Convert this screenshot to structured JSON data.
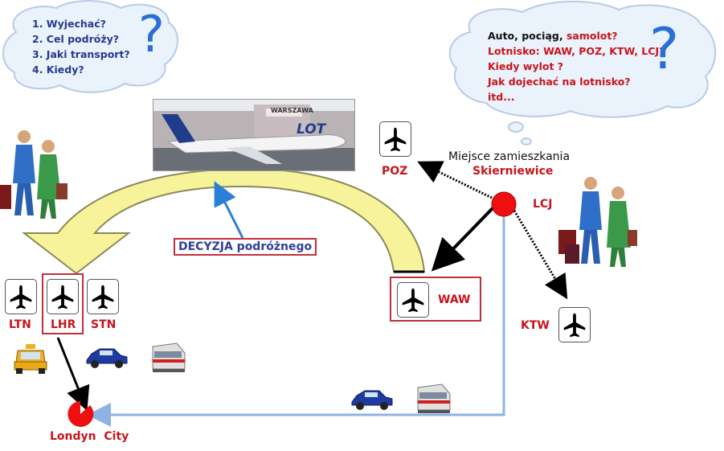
{
  "left_cloud": {
    "questions": [
      "1. Wyjechać?",
      "2. Cel podróży?",
      "3. Jaki transport?",
      "4. Kiedy?"
    ],
    "question_mark": "?"
  },
  "right_cloud": {
    "line1_black": "Auto, pociąg, ",
    "line1_red": "samolot?",
    "line2": "Lotnisko: WAW, POZ, KTW, LCJ?",
    "line3": "Kiedy wylot ?",
    "line4": "Jak dojechać na lotnisko?",
    "line5": "itd...",
    "question_mark": "?"
  },
  "photo": {
    "sign": "WARSZAWA",
    "airline": "LOT"
  },
  "residence": {
    "label": "Miejsce zamieszkania",
    "city": "Skierniewice"
  },
  "airports": {
    "poz": "POZ",
    "lcj": "LCJ",
    "waw": "WAW",
    "ktw": "KTW",
    "ltn": "LTN",
    "lhr": "LHR",
    "stn": "STN"
  },
  "decision_label": "DECYZJA podróżnego",
  "destination": "Londyn  City",
  "colors": {
    "red": "#c8141c",
    "navy": "#2f3f9a",
    "sky_blue": "#2b6fd6",
    "curve_fill": "#f7f39a",
    "route_line": "#8fb2e6"
  },
  "icons": [
    "plane-icon",
    "taxi-icon",
    "car-icon",
    "train-icon",
    "people-icon",
    "cloud-icon"
  ]
}
